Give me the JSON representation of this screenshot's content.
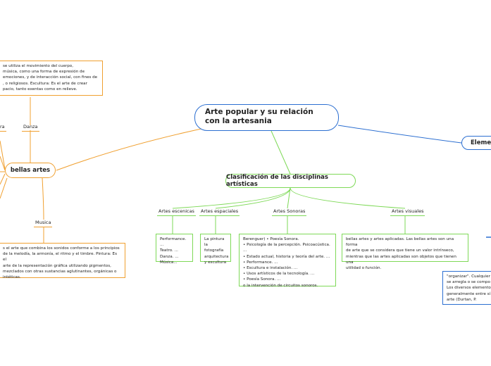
{
  "central": "Arte popular y su relación con la artesania",
  "branches": {
    "bellas_artes": "bellas artes",
    "clasificacion": "Clasificación de las disciplinas artísticas",
    "elementos": "Elemen"
  },
  "bellas_sub": {
    "danza": "Danza",
    "musica": "Musica",
    "left_label": "ra"
  },
  "clasif_sub": {
    "escenicas": "Artes escenicas",
    "espaciales": "Artes espaciales",
    "sonoras": "Artes Sonoras",
    "visuales": "Artes visuales"
  },
  "boxes": {
    "danza_text": [
      " se utiliza el movimiento del cuerpo,",
      "música, como una forma de expresión de",
      "emociones, y de interacción social, con fines de",
      ", o religiosos. Escultura: Es el arte de crear",
      "pacio, tanto exentas como en relieve."
    ],
    "musica_text": [
      "s el arte que combina los sonidos conforme a los principios",
      "de la melodía, la armonía, el ritmo y el timbre. Pintura: Es el",
      "arte de la representación gráfica utilizando pigmentos,",
      "mezclados con otras sustancias aglutinantes, orgánicas o",
      "intéticas."
    ],
    "escenicas_text": [
      "Performance. ...",
      "Teatro. ...",
      "Danza. ...",
      "Música..."
    ],
    "espaciales_text": [
      "La pintura",
      "la fotografía",
      "arquitectura",
      "y escultura"
    ],
    "sonoras_text": [
      "Berenguer) • Poesía Sonora.",
      "• Psicología de la percepción. Psicoacústica. ...",
      "• Estado actual, historia y teoría del arte. ...",
      "• Performance. ...",
      "• Escultura e instalación. ...",
      "• Usos artísticos de la tecnología. ...",
      "• Poesía Sonora. ...",
      "o la intervención de circuitos sonoros."
    ],
    "visuales_text": [
      "bellas artes y artes aplicadas. Las bellas artes son una forma",
      "de arte que se considera que tiene un valor intrínseco,",
      "mientras que las artes aplicadas son objetos que tienen una",
      "utilidad o función."
    ],
    "elem_text": [
      "\"organizar\". Cualquier o",
      "se arregla o se compo",
      "Los diversos elementos",
      "generalmente entre sí",
      "arte (Durtan, P."
    ]
  },
  "colors": {
    "orange": "#f0a030",
    "green": "#7ed957",
    "blue": "#2c6fd1"
  }
}
